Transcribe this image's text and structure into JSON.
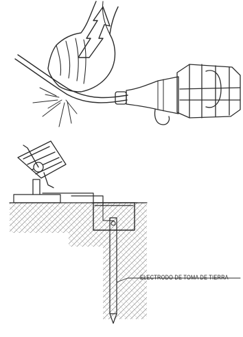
{
  "figures": [
    {
      "id": "shock-hazard",
      "description_visible_text": ""
    },
    {
      "id": "grounding-installation",
      "callout": {
        "text": "ELECTRODO DE TOMA DE TIERRA"
      }
    }
  ],
  "colors": {
    "ink": "#2a2a2a",
    "soil_hatch": "#8a8a8a",
    "background": "#ffffff"
  }
}
